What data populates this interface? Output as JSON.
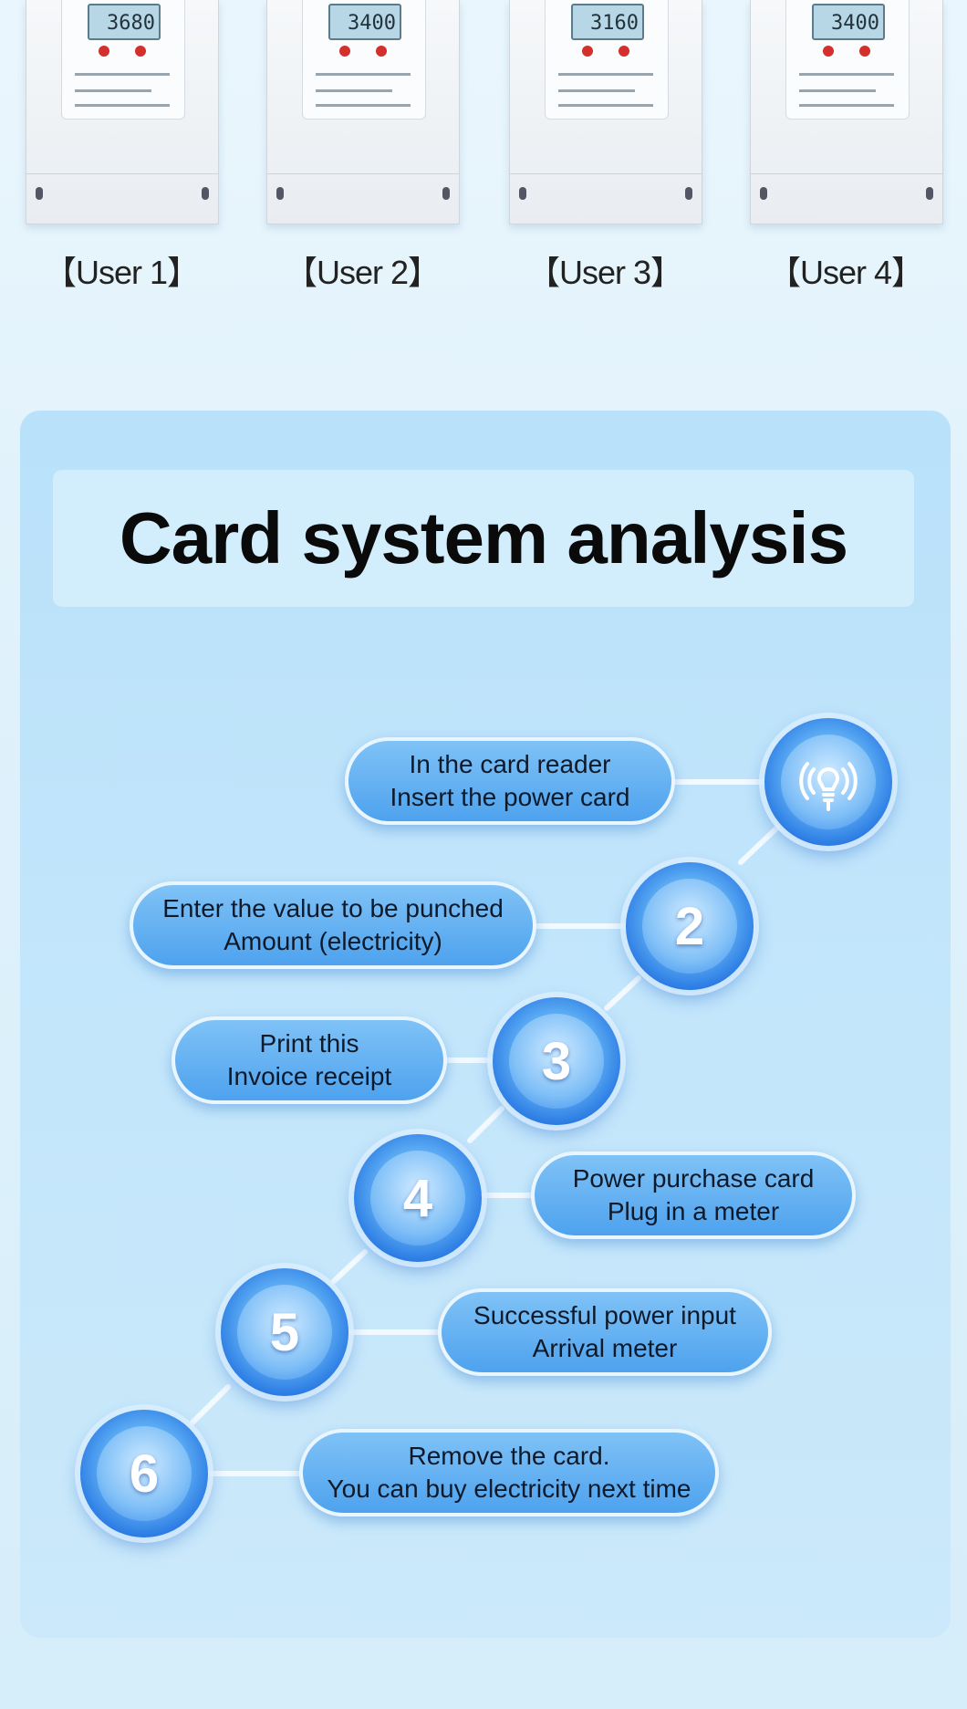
{
  "meters": [
    {
      "label": "【User 1】",
      "display": "3680"
    },
    {
      "label": "【User 2】",
      "display": "3400"
    },
    {
      "label": "【User 3】",
      "display": "3160"
    },
    {
      "label": "【User 4】",
      "display": "3400"
    }
  ],
  "title": "Card system analysis",
  "steps": [
    {
      "number": "",
      "icon": "bulb-signal-icon",
      "line1": "In the card reader",
      "line2": "Insert the power card"
    },
    {
      "number": "2",
      "line1": "Enter the value to be punched",
      "line2": "Amount (electricity)"
    },
    {
      "number": "3",
      "line1": "Print this",
      "line2": "Invoice receipt"
    },
    {
      "number": "4",
      "line1": "Power purchase card",
      "line2": "Plug in a meter"
    },
    {
      "number": "5",
      "line1": "Successful power input",
      "line2": "Arrival meter"
    },
    {
      "number": "6",
      "line1": "Remove the card.",
      "line2": "You can buy electricity next time"
    }
  ],
  "colors": {
    "accent": "#1f6fe0",
    "pill": "#5aaaf3",
    "panel": "#bfe3fa"
  }
}
